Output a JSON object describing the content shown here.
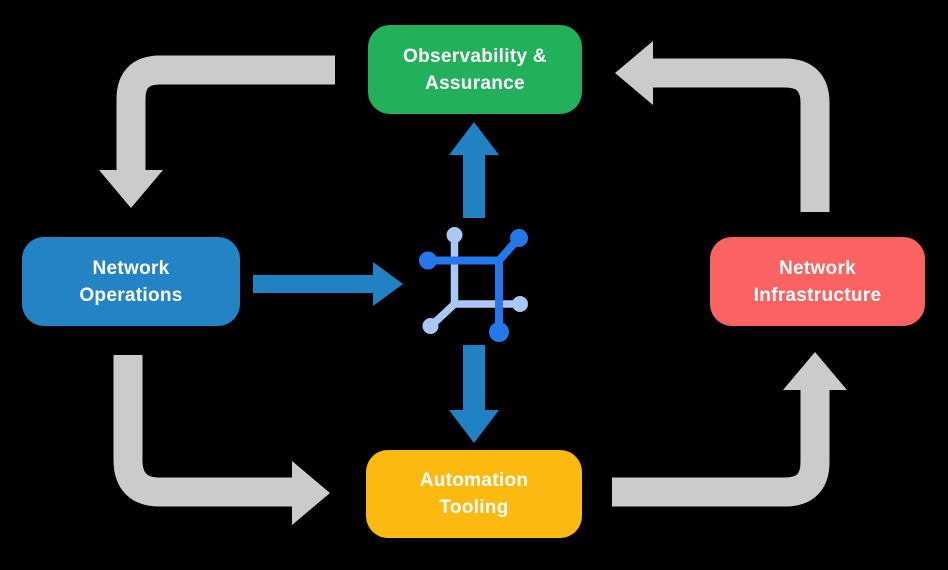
{
  "title": "Network automation cycle diagram",
  "colors": {
    "bg": "#000000",
    "green": "#23b05b",
    "blue": "#2383c4",
    "red": "#fb6262",
    "yellow": "#fcba11",
    "gray-arrow": "#cbcbcb",
    "blue-arrow": "#2182c3",
    "icon-dark": "#2478ea",
    "icon-light": "#a9c8f7",
    "node-text": "#ffffff"
  },
  "nodes": {
    "observability": {
      "label": "Observability &\nAssurance",
      "color": "#23b05b"
    },
    "operations": {
      "label": "Network\nOperations",
      "color": "#2383c4"
    },
    "infrastructure": {
      "label": "Network\nInfrastructure",
      "color": "#fb6262"
    },
    "automation": {
      "label": "Automation\nTooling",
      "color": "#fcba11"
    }
  },
  "center": {
    "icon": "network-automation-icon"
  },
  "edges": {
    "cycle": [
      {
        "from": "Observability & Assurance",
        "to": "Network Operations",
        "style": "gray"
      },
      {
        "from": "Network Operations",
        "to": "Automation Tooling",
        "style": "gray"
      },
      {
        "from": "Automation Tooling",
        "to": "Network Infrastructure",
        "style": "gray"
      },
      {
        "from": "Network Infrastructure",
        "to": "Observability & Assurance",
        "style": "gray"
      }
    ],
    "hub": [
      {
        "from": "Network Operations",
        "to": "center-icon",
        "style": "blue"
      },
      {
        "from": "center-icon",
        "to": "Observability & Assurance",
        "style": "blue"
      },
      {
        "from": "center-icon",
        "to": "Automation Tooling",
        "style": "blue"
      }
    ]
  }
}
